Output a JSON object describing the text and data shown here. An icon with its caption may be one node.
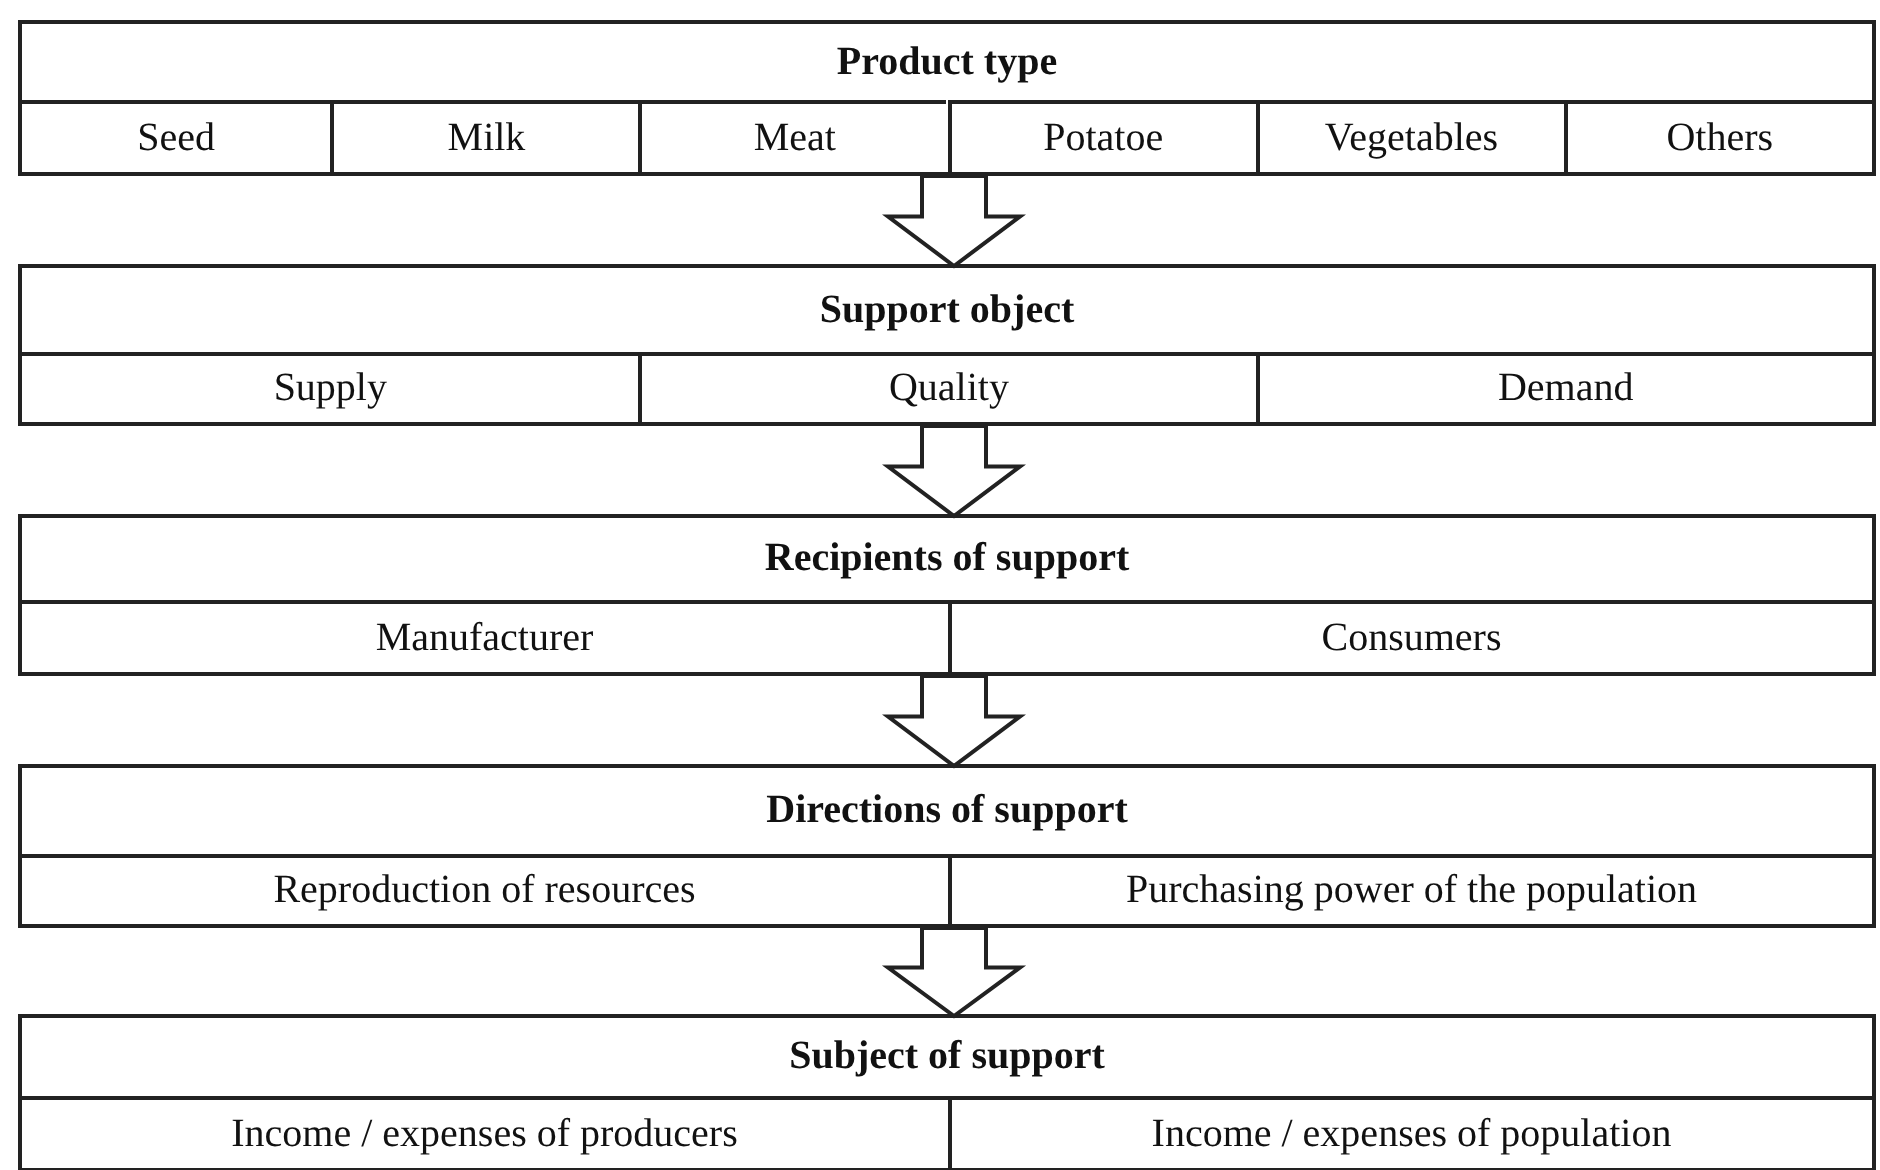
{
  "diagram": {
    "nodes": [
      {
        "text": [
          "Product type"
        ]
      },
      {
        "text": [
          "Seed"
        ],
        "in": 0
      },
      {
        "text": [
          "Milk"
        ],
        "in": 0
      },
      {
        "text": [
          "Meat"
        ],
        "in": 0
      },
      {
        "text": [
          "Potatoe"
        ],
        "in": 0
      },
      {
        "text": [
          "Vegetables"
        ],
        "in": 0
      },
      {
        "text": [
          "Others"
        ],
        "in": 0
      },
      {
        "text": [
          "Support object"
        ]
      },
      {
        "text": [
          "Supply"
        ],
        "in": 7
      },
      {
        "text": [
          "Quality"
        ],
        "in": 7
      },
      {
        "text": [
          "Demand"
        ],
        "in": 7
      },
      {
        "text": [
          "Recipients of support"
        ]
      },
      {
        "text": [
          "Manufacturer"
        ],
        "in": 11
      },
      {
        "text": [
          "Consumers"
        ],
        "in": 11
      },
      {
        "text": [
          "Directions of support"
        ]
      },
      {
        "text": [
          "Reproduction of resources"
        ],
        "in": 14
      },
      {
        "text": [
          "Purchasing power of the population"
        ],
        "in": 14
      },
      {
        "text": [
          "Subject of support"
        ]
      },
      {
        "text": [
          "Income / expenses of producers"
        ],
        "in": 17
      },
      {
        "text": [
          "Income / expenses of population"
        ],
        "in": 17
      }
    ],
    "edges": [
      {
        "from": 0,
        "to": 7,
        "arrow": "to"
      },
      {
        "from": 7,
        "to": 11,
        "arrow": "to"
      },
      {
        "from": 11,
        "to": 14,
        "arrow": "to"
      },
      {
        "from": 14,
        "to": 17,
        "arrow": "to"
      }
    ]
  }
}
